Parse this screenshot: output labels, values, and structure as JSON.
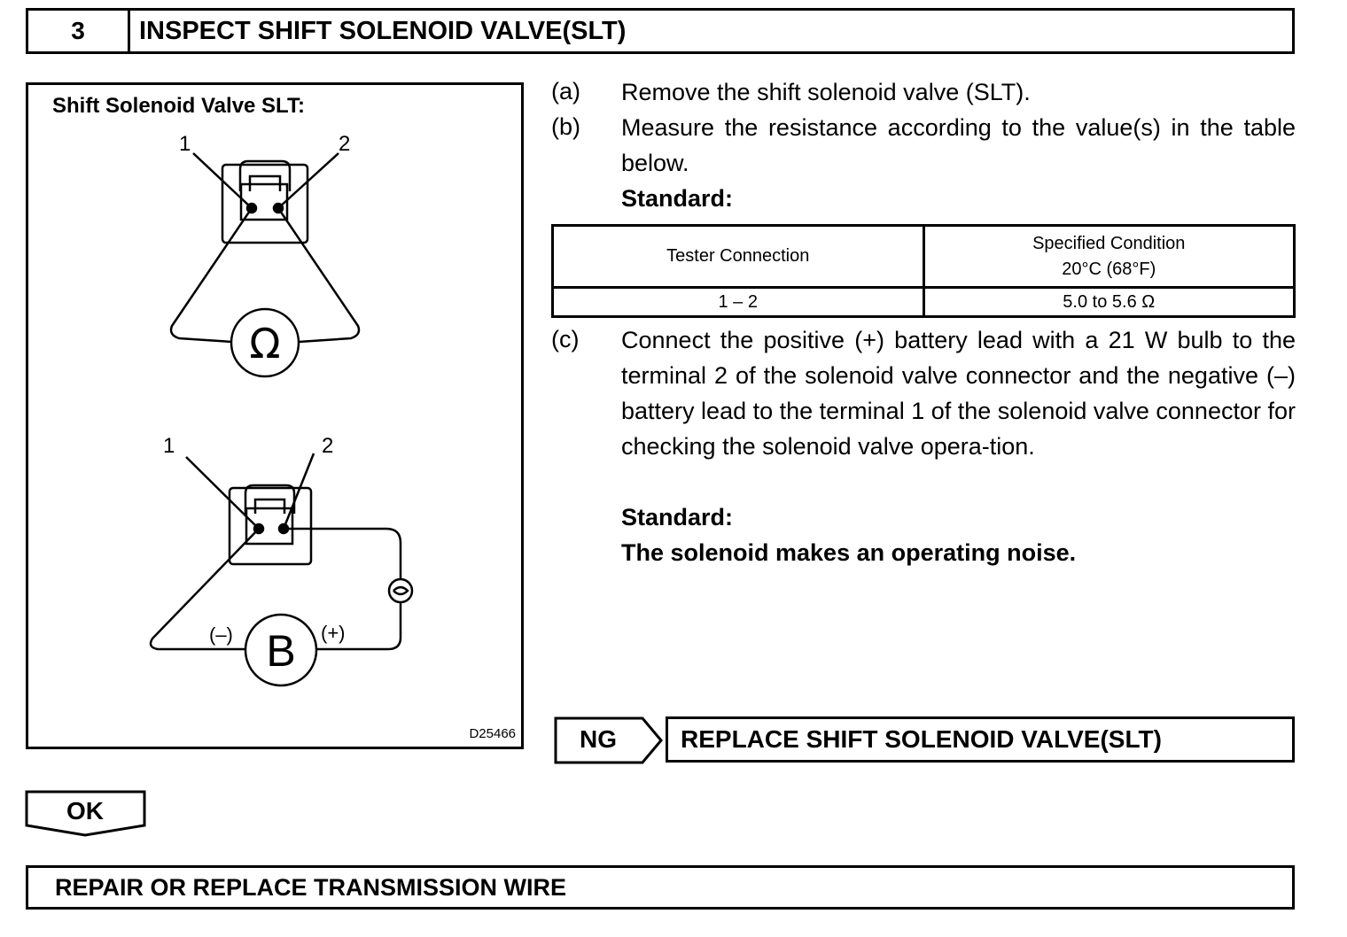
{
  "header": {
    "step_number": "3",
    "title": "INSPECT SHIFT SOLENOID VALVE(SLT)"
  },
  "figure": {
    "title": "Shift Solenoid Valve SLT:",
    "figure_id": "D25466",
    "top_terminal_1": "1",
    "top_terminal_2": "2",
    "ohm_symbol": "Ω",
    "bottom_terminal_1": "1",
    "bottom_terminal_2": "2",
    "battery_symbol": "B",
    "negative_label": "(–)",
    "positive_label": "(+)"
  },
  "steps": {
    "a_label": "(a)",
    "a_text": "Remove the shift solenoid valve (SLT).",
    "b_label": "(b)",
    "b_text": "Measure the resistance according to the value(s) in the table below.",
    "b_standard": "Standard:",
    "c_label": "(c)",
    "c_text": "Connect the positive (+) battery lead with a 21 W bulb to the terminal 2 of the solenoid valve connector and the negative (–) battery lead to the terminal 1 of the solenoid valve connector for checking the solenoid valve opera-tion.",
    "c_standard": "Standard:",
    "c_result": "The solenoid makes an operating noise."
  },
  "table": {
    "col1_header": "Tester Connection",
    "col2_header_line1": "Specified Condition",
    "col2_header_line2": "20°C (68°F)",
    "row1_connection": "1 – 2",
    "row1_condition": "5.0 to 5.6 Ω"
  },
  "ng": {
    "label": "NG",
    "action": "REPLACE SHIFT SOLENOID VALVE(SLT)"
  },
  "ok": {
    "label": "OK",
    "action": "REPAIR OR REPLACE TRANSMISSION WIRE"
  }
}
